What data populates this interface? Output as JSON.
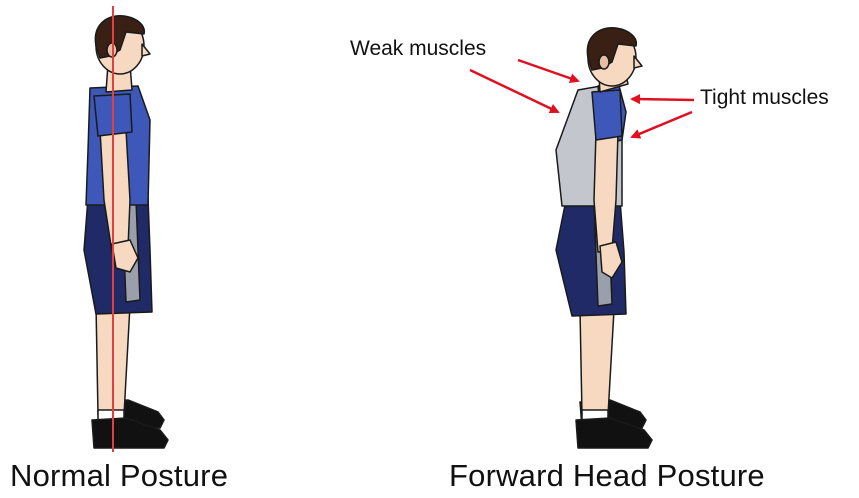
{
  "figures": {
    "normal": {
      "caption": "Normal Posture"
    },
    "forward": {
      "caption": "Forward Head Posture",
      "annotations": {
        "weak": "Weak muscles",
        "tight": "Tight muscles"
      }
    }
  },
  "colors": {
    "skin": "#f6d9c0",
    "skin_shadow": "#e6bfa2",
    "hair": "#3a1f14",
    "shirt_blue": "#3d58b8",
    "shirt_gray": "#c3c6cc",
    "shorts_navy": "#1f2a66",
    "shorts_stripe": "#9aa0ab",
    "shoe": "#111111",
    "sock": "#ffffff",
    "plumb_line": "#e04040",
    "arrow": "#e01020",
    "outline": "#1a1a1a"
  }
}
